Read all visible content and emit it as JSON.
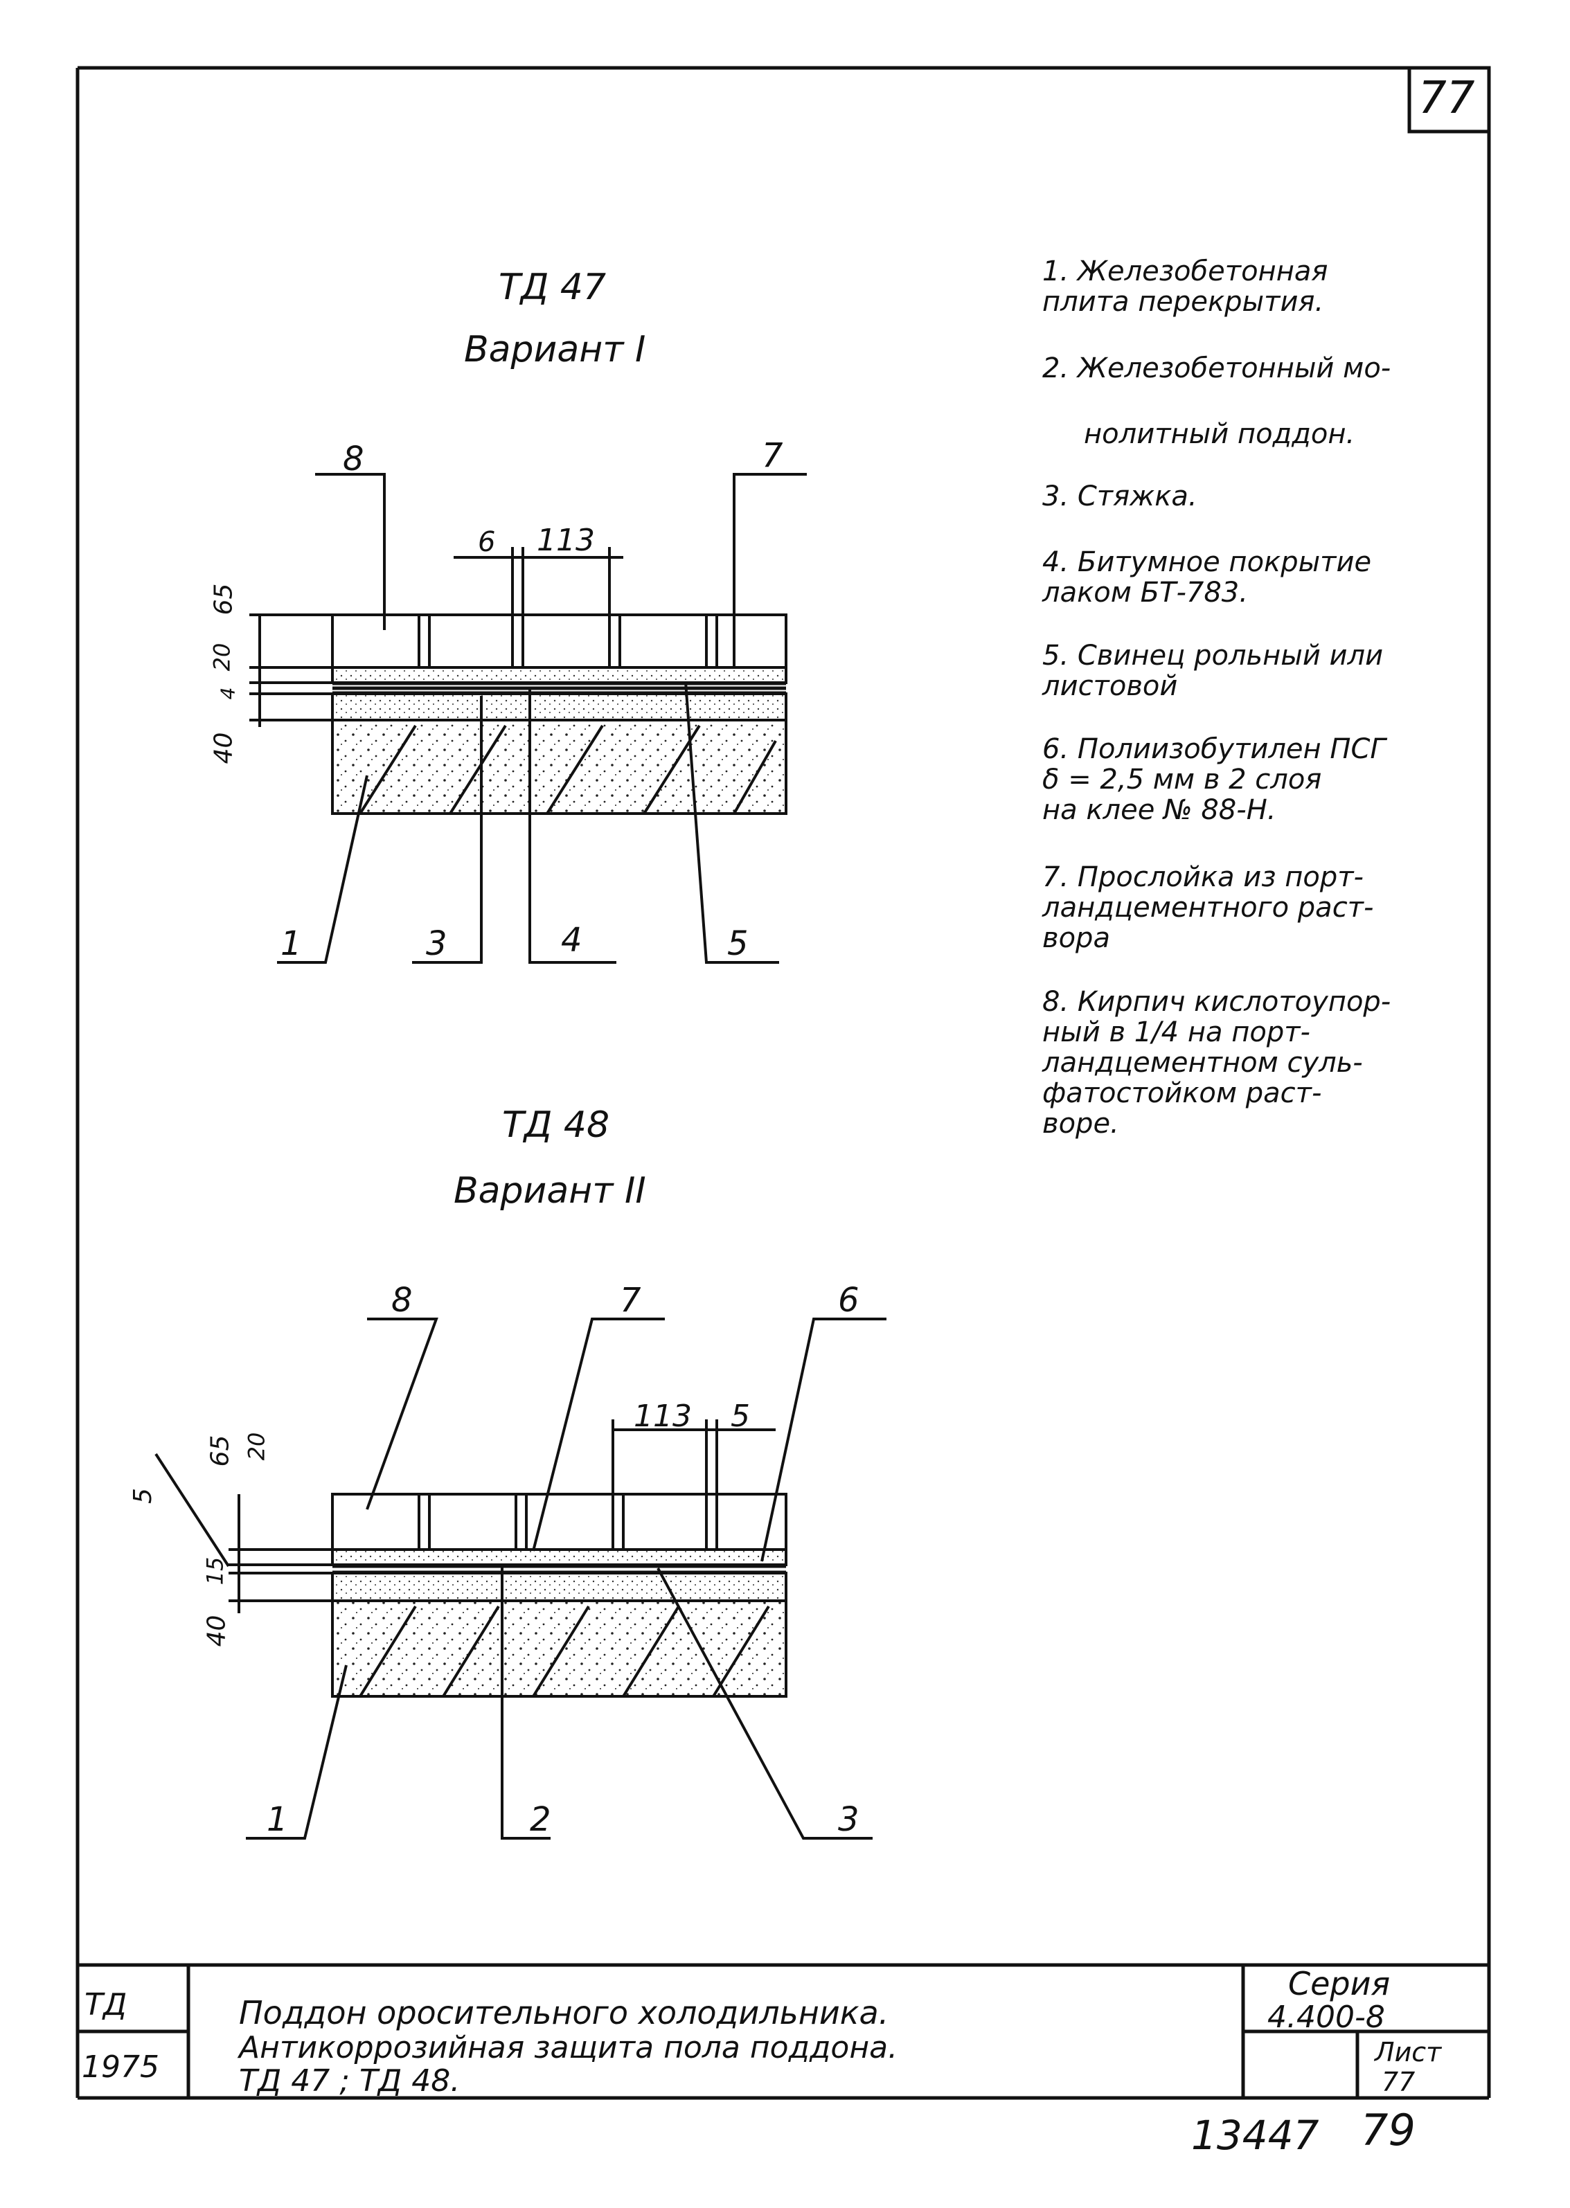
{
  "sheet_number": "77",
  "variant1": {
    "code": "ТД 47",
    "title": "Вариант I",
    "dims_top": [
      "6",
      "113"
    ],
    "dims_side": [
      "65",
      "20",
      "4",
      "40"
    ],
    "leaders": {
      "top_left": "8",
      "top_right": "7",
      "bottom": [
        "1",
        "3",
        "4",
        "5"
      ]
    }
  },
  "variant2": {
    "code": "ТД 48",
    "title": "Вариант II",
    "dims_top": [
      "113",
      "5"
    ],
    "dims_side": [
      "5",
      "65",
      "20",
      "15",
      "40"
    ],
    "leaders": {
      "top": [
        "8",
        "7",
        "6"
      ],
      "bottom": [
        "1",
        "2",
        "3"
      ]
    }
  },
  "legend": [
    "1. Железобетонная\nплита перекрытия.",
    "2. Железобетонный мо-",
    "нолитный поддон.",
    "3. Стяжка.",
    "4. Битумное покрытие\nлаком БТ-783.",
    "5. Свинец рольный или\nлистовой",
    "6. Полиизобутилен ПСГ\nδ = 2,5 мм  в 2 слоя\nна клее № 88-Н.",
    "7. Прослойка из порт-\nландцементного раст-\nвора",
    "8. Кирпич кислотоупор-\nный в 1/4 на порт-\nландцементном суль-\nфатостойком раст-\nворе."
  ],
  "titleblock": {
    "code": "ТД",
    "year": "1975",
    "line1": "Поддон оросительного холодильника.",
    "line2": "Антикоррозийная  защита пола поддона.",
    "line3": "ТД 47 ;  ТД 48.",
    "series_label": "Серия",
    "series_value": "4.400-8",
    "sheet_label": "Лист",
    "sheet_value": "77"
  },
  "footer": {
    "number1": "13447",
    "number2": "79"
  }
}
